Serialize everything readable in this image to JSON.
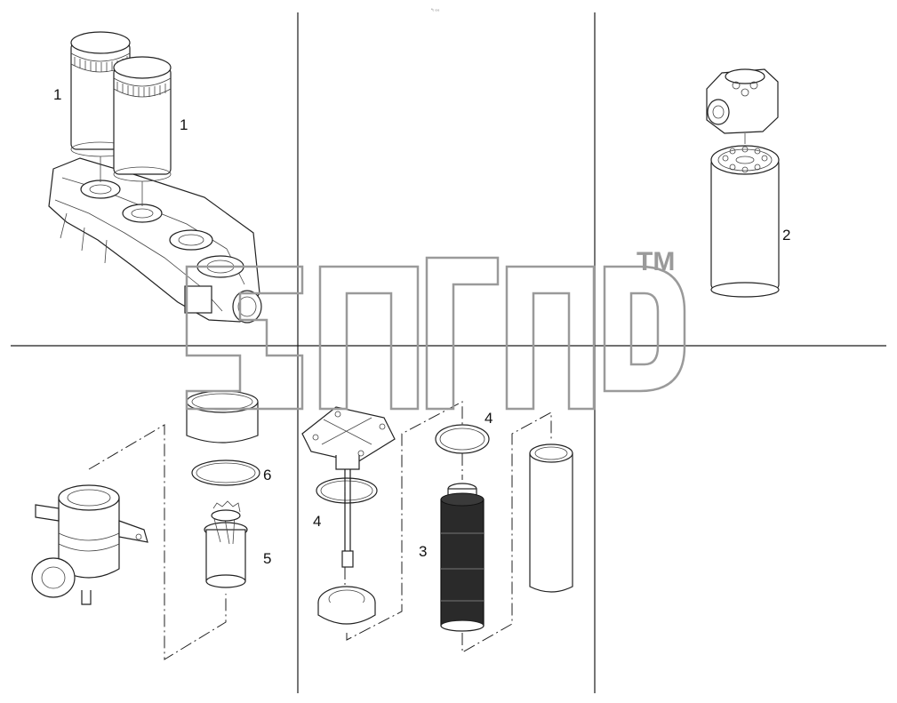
{
  "drawing": {
    "corner_mark": "ᵃ₀ ₀₀₀",
    "watermark_mark": "TM"
  },
  "callouts": [
    {
      "id": "c1a",
      "text": "1"
    },
    {
      "id": "c1b",
      "text": "1"
    },
    {
      "id": "c2",
      "text": "2"
    },
    {
      "id": "c3",
      "text": "3"
    },
    {
      "id": "c4a",
      "text": "4"
    },
    {
      "id": "c4b",
      "text": "4"
    },
    {
      "id": "c5",
      "text": "5"
    },
    {
      "id": "c6",
      "text": "6"
    }
  ]
}
